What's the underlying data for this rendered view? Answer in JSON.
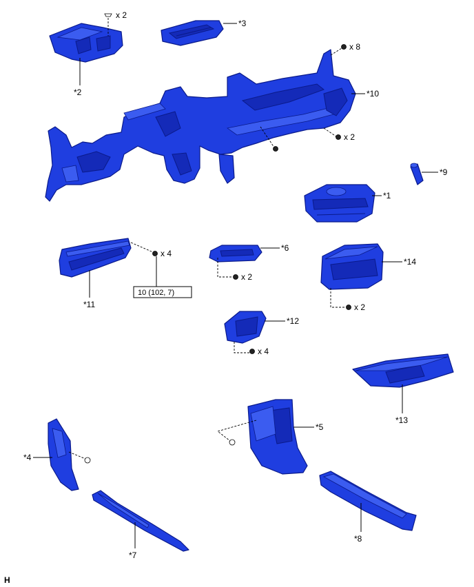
{
  "labels": {
    "p1": "*1",
    "p2": "*2",
    "p3": "*3",
    "p4": "*4",
    "p5": "*5",
    "p6": "*6",
    "p7": "*7",
    "p8": "*8",
    "p9": "*9",
    "p10": "*10",
    "p11": "*11",
    "p12": "*12",
    "p13": "*13",
    "p14": "*14"
  },
  "quantities": {
    "q_p2": "x 2",
    "q_p10_top": "x 8",
    "q_p10_mid": "x 2",
    "q_p11": "x 4",
    "q_p6": "x 2",
    "q_p14": "x 2",
    "q_p12": "x 4"
  },
  "torque": {
    "p11": "10 (102, 7)"
  },
  "corner_mark": "H",
  "colors": {
    "part_fill": "#1f3ee0",
    "part_outline": "#0a1a8a"
  }
}
